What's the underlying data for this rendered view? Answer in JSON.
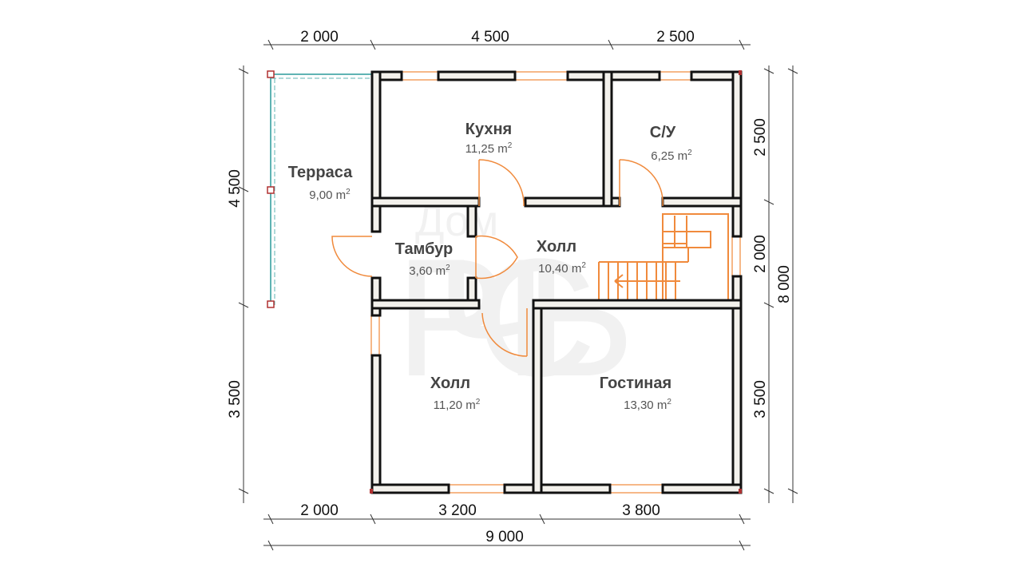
{
  "watermark": {
    "top": "Дом",
    "main": "РЧСЬ"
  },
  "dimensions": {
    "top": [
      "2 000",
      "4 500",
      "2 500"
    ],
    "bottom": [
      "2 000",
      "3 200",
      "3 800"
    ],
    "total_width": "9 000",
    "left": [
      "4 500",
      "3 500"
    ],
    "right": [
      "2 500",
      "2 000",
      "3 500"
    ],
    "total_height": "8 000"
  },
  "rooms": [
    {
      "name": "Кухня",
      "area_value": "11,25 m",
      "area_sup": "2"
    },
    {
      "name": "С/У",
      "area_value": "6,25 m",
      "area_sup": "2"
    },
    {
      "name": "Терраса",
      "area_value": "9,00 m",
      "area_sup": "2"
    },
    {
      "name": "Тамбур",
      "area_value": "3,60 m",
      "area_sup": "2"
    },
    {
      "name": "Холл",
      "area_value": "10,40 m",
      "area_sup": "2"
    },
    {
      "name": "Холл",
      "area_value": "11,20 m",
      "area_sup": "2"
    },
    {
      "name": "Гостиная",
      "area_value": "13,30 m",
      "area_sup": "2"
    }
  ],
  "colors": {
    "wall_fill": "#f3f1ec",
    "wall_stroke": "#111111",
    "door": "#f08a3c",
    "window": "#f3a060",
    "terrace": "#5fb3b3",
    "corner": "#b03030",
    "dim_line": "#333333"
  }
}
